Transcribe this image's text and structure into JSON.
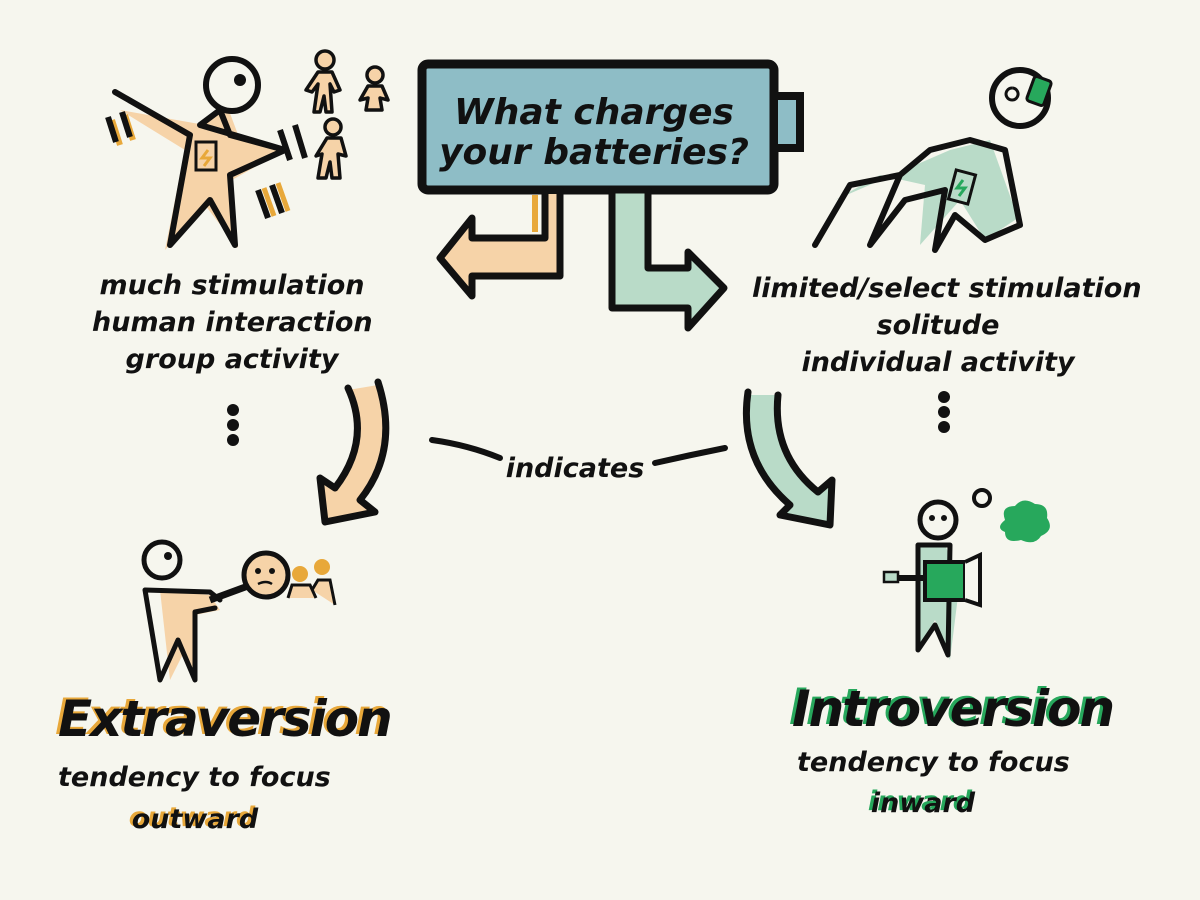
{
  "title": {
    "line1": "What charges",
    "line2": "your batteries?"
  },
  "left_list": [
    "much stimulation",
    "human interaction",
    "group activity"
  ],
  "right_list": [
    "limited/select stimulation",
    "solitude",
    "individual activity"
  ],
  "center_label": "indicates",
  "extraversion": {
    "heading": "Extraversion",
    "tendency": "tendency to focus",
    "direction": "outward"
  },
  "introversion": {
    "heading": "Introversion",
    "tendency": "tendency to focus",
    "direction": "inward"
  },
  "colors": {
    "background": "#f6f6ee",
    "battery": "#8ebdc6",
    "orange_accent": "#f6d3a8",
    "orange_shadow": "#e8a83a",
    "green_accent": "#b9dbc8",
    "green_strong": "#27a85c",
    "ink": "#111111"
  },
  "icons": [
    "battery-icon",
    "energetic-person-icon",
    "relaxed-person-icon",
    "magnifier-person-icon",
    "reading-person-icon"
  ]
}
